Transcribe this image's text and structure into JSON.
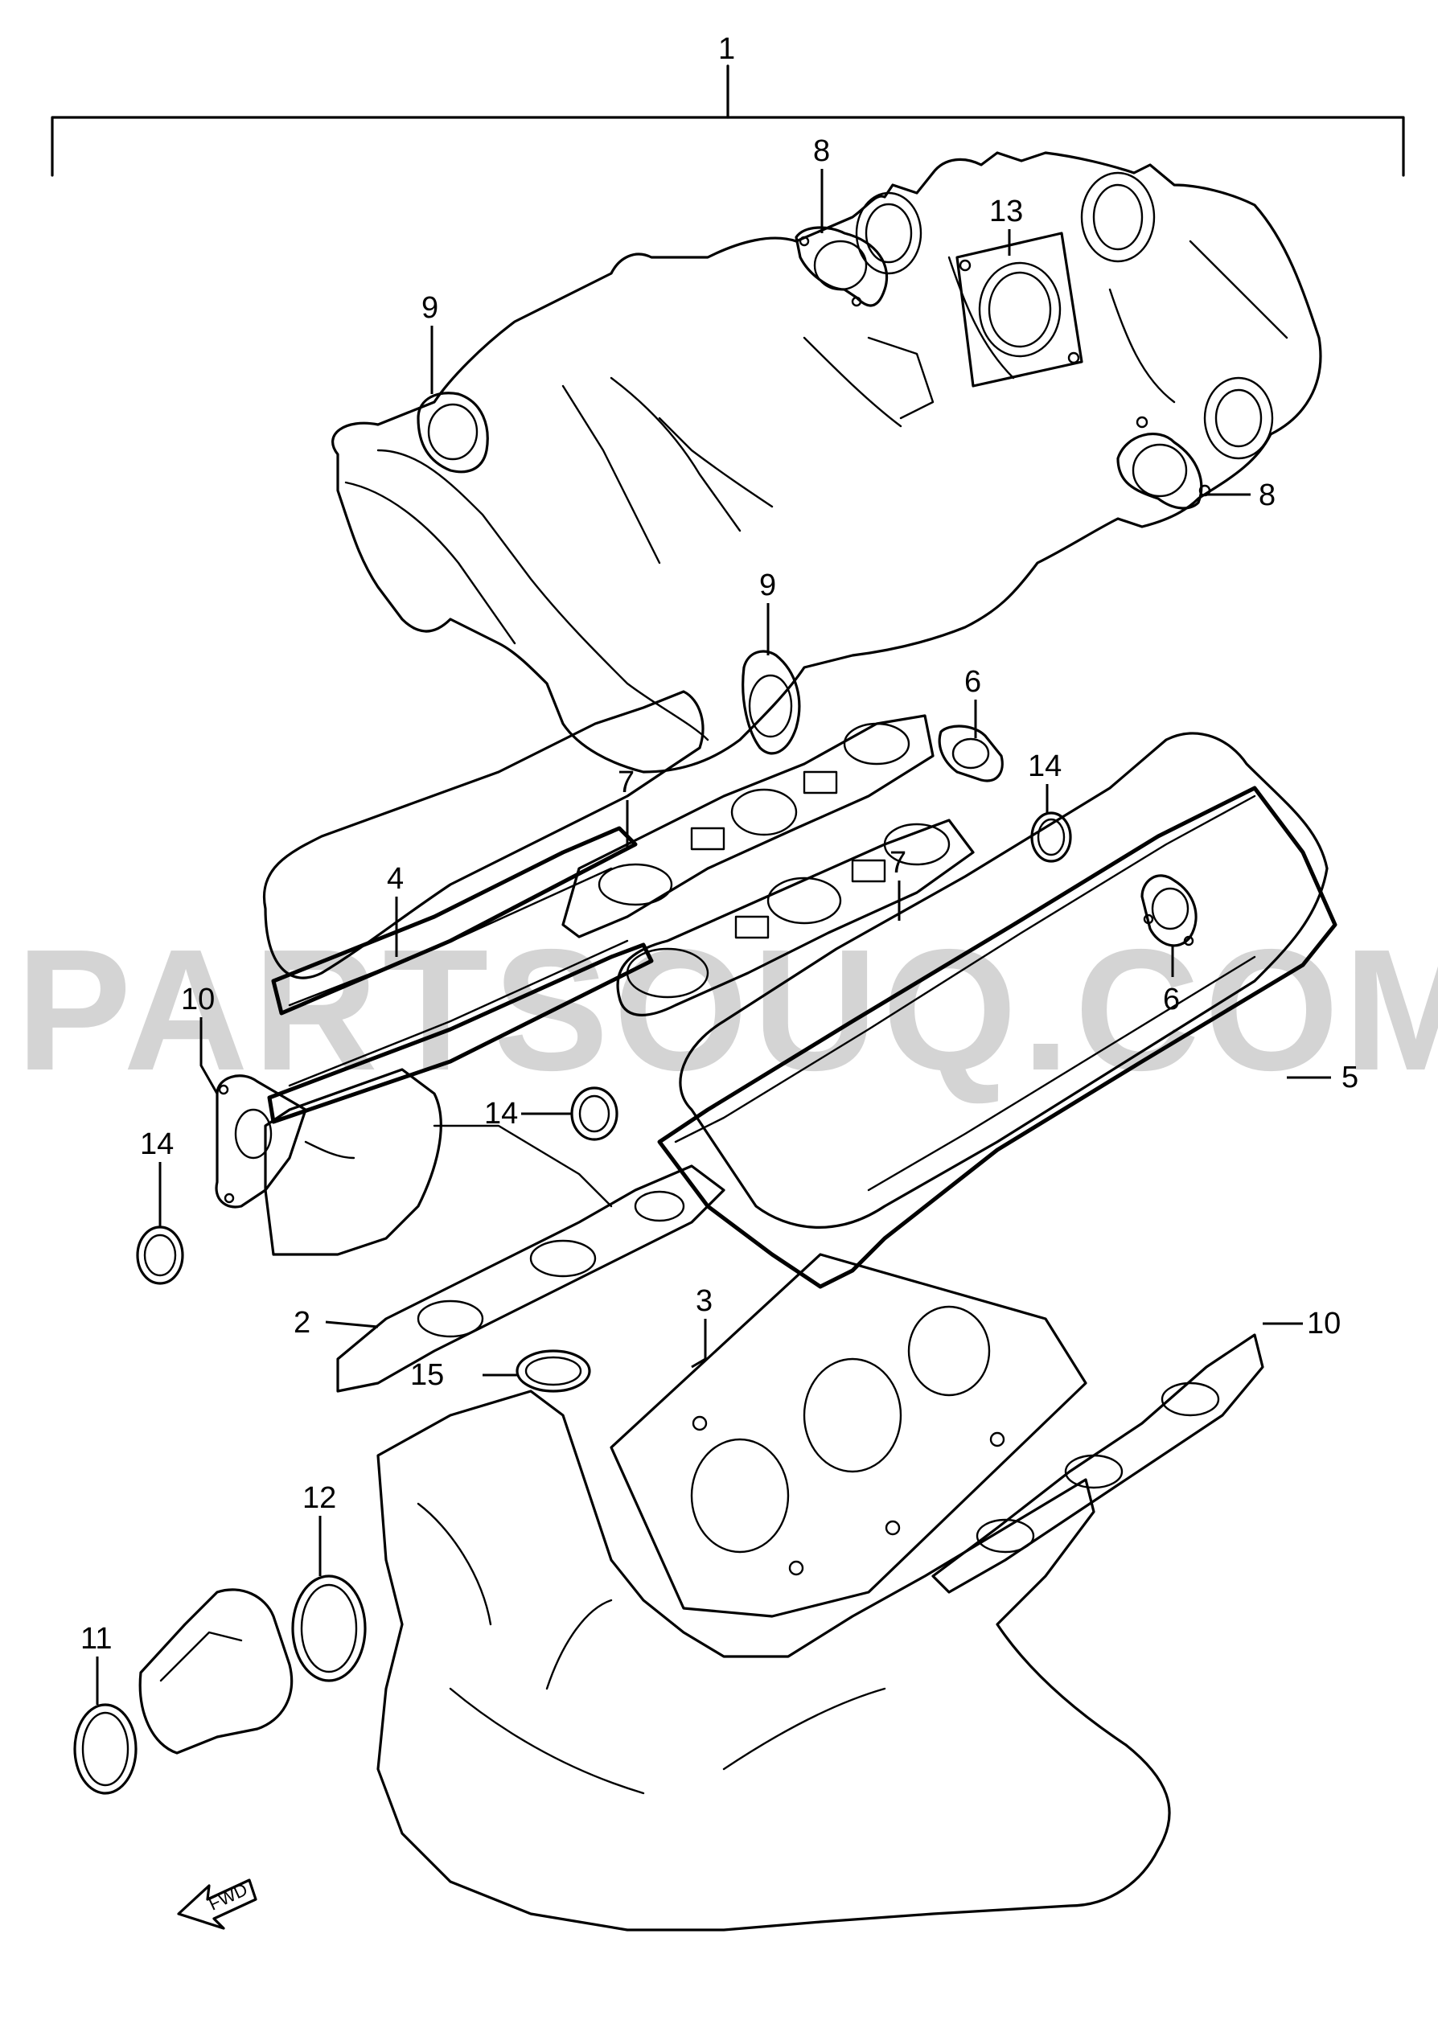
{
  "watermark": "PARTSOUQ.COM",
  "fwd_label": "FWD",
  "callouts": {
    "c1": "1",
    "c2": "2",
    "c3": "3",
    "c4": "4",
    "c5": "5",
    "c6a": "6",
    "c6b": "6",
    "c7a": "7",
    "c7b": "7",
    "c8a": "8",
    "c8b": "8",
    "c9a": "9",
    "c9b": "9",
    "c10a": "10",
    "c10b": "10",
    "c11": "11",
    "c12": "12",
    "c13": "13",
    "c14a": "14",
    "c14b": "14",
    "c14c": "14",
    "c15": "15"
  },
  "icons": {
    "fwd_arrow": "fwd-arrow-icon"
  }
}
